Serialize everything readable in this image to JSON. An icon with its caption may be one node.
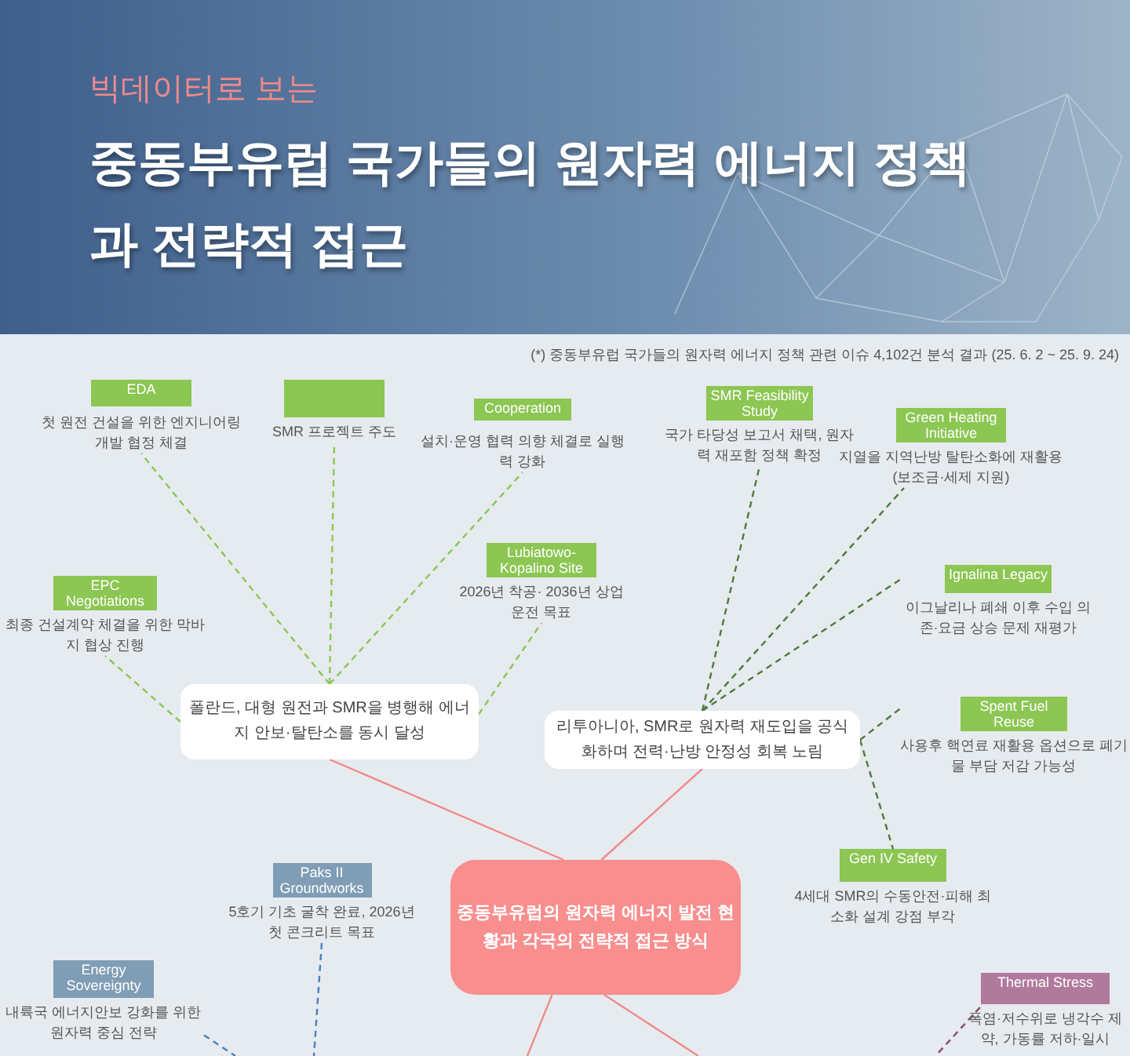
{
  "diagram": {
    "title": "중동부유럽 국가들의 원자력 에너지 정책과 전략적 접근",
    "nodes": [
      {
        "text": [
          "중동부유럽의 원자력 에너지 발전 현황과 각국의 전략적 접근 방식"
        ]
      },
      {
        "text": [
          "폴란드, 대형 원전과 SMR을 병행해 에너지 안보·탈탄소를 동시 달성"
        ]
      },
      {
        "text": [
          "리투아니아, SMR로 원자력 재도입을 공식화하며 전력·난방 안정성 회복 노림"
        ]
      },
      {
        "text": [
          "EDA",
          "첫 원전 건설을 위한 엔지니어링 개발 협정 체결"
        ]
      },
      {
        "text": [
          "SMR 프로젝트 주도"
        ]
      },
      {
        "text": [
          "Cooperation",
          "설치·운영 협력 의향 체결로 실행력 강화"
        ]
      },
      {
        "text": [
          "Lubiatowo-Kopalino Site",
          "2026년 착공· 2036년 상업운전 목표"
        ]
      },
      {
        "text": [
          "EPC Negotiations",
          "최종 건설계약 체결을 위한 막바지 협상 진행"
        ]
      },
      {
        "text": [
          "SMR Feasibility Study",
          "국가 타당성 보고서 채택, 원자력 재포함 정책 확정"
        ]
      },
      {
        "text": [
          "Green Heating Initiative",
          "지열을 지역난방 탈탄소화에 재활용(보조금·세제 지원)"
        ]
      },
      {
        "text": [
          "Ignalina Legacy",
          "이그날리나 폐쇄 이후 수입 의존·요금 상승 문제 재평가"
        ]
      },
      {
        "text": [
          "Spent Fuel Reuse",
          "사용후 핵연료 재활용 옵션으로 폐기물 부담 저감 가능성"
        ]
      },
      {
        "text": [
          "Gen IV Safety",
          "4세대 SMR의 수동안전·피해 최소화 설계 강점 부각"
        ]
      },
      {
        "text": [
          "Paks II Groundworks",
          "5호기 기초 굴착 완료, 2026년 첫 콘크리트 목표"
        ]
      },
      {
        "text": [
          "Energy Sovereignty",
          "내륙국 에너지안보 강화를 위한 원자력 중심 전략"
        ]
      },
      {
        "text": [
          "Thermal Stress",
          "폭염·저수위로 냉각수 제약, 가동률 저하·일시"
        ]
      }
    ],
    "edges": [
      {
        "from": 0,
        "to": 1,
        "arrow": "none",
        "color": "#f08a8a"
      },
      {
        "from": 0,
        "to": 2,
        "arrow": "none",
        "color": "#f08a8a"
      },
      {
        "from": 0,
        "to": null,
        "arrow": "none",
        "color": "#f08a8a"
      },
      {
        "from": 0,
        "to": null,
        "arrow": "none",
        "color": "#f08a8a"
      },
      {
        "from": 1,
        "to": 3,
        "arrow": "none",
        "style": "dashed",
        "color": "#8cc653"
      },
      {
        "from": 1,
        "to": 4,
        "arrow": "none",
        "style": "dashed",
        "color": "#8cc653"
      },
      {
        "from": 1,
        "to": 5,
        "arrow": "none",
        "style": "dashed",
        "color": "#8cc653"
      },
      {
        "from": 1,
        "to": 6,
        "arrow": "none",
        "style": "dashed",
        "color": "#8cc653"
      },
      {
        "from": 1,
        "to": 7,
        "arrow": "none",
        "style": "dashed",
        "color": "#8cc653"
      },
      {
        "from": 2,
        "to": 8,
        "arrow": "none",
        "style": "dashed",
        "color": "#4f7a3c"
      },
      {
        "from": 2,
        "to": 9,
        "arrow": "none",
        "style": "dashed",
        "color": "#4f7a3c"
      },
      {
        "from": 2,
        "to": 10,
        "arrow": "none",
        "style": "dashed",
        "color": "#4f7a3c"
      },
      {
        "from": 2,
        "to": 11,
        "arrow": "none",
        "style": "dashed",
        "color": "#4f7a3c"
      },
      {
        "from": 2,
        "to": 12,
        "arrow": "none",
        "style": "dashed",
        "color": "#4f7a3c"
      },
      {
        "from": 13,
        "to": null,
        "arrow": "none",
        "style": "dashed",
        "color": "#4a7fc0"
      },
      {
        "from": 14,
        "to": null,
        "arrow": "none",
        "style": "dashed",
        "color": "#4a7fc0"
      },
      {
        "from": 15,
        "to": null,
        "arrow": "none",
        "style": "dashed",
        "color": "#8a4a66"
      }
    ],
    "labels": [
      "빅데이터로 보는",
      "(*) 중동부유럽 국가들의 원자력 에너지 정책 관련 이슈 4,102건 분석 결과 (25. 6. 2 ~ 25. 9. 24)"
    ]
  }
}
